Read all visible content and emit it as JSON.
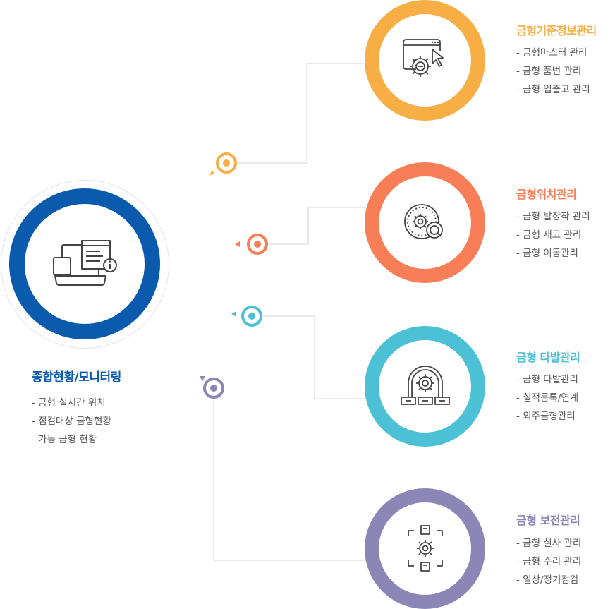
{
  "colors": {
    "main": "#0a5bad",
    "orange": "#f7ae45",
    "coral": "#f77e57",
    "teal": "#4cc0d5",
    "purple": "#8c86b6",
    "line": "#d3d3d3",
    "icon": "#444444"
  },
  "main": {
    "title": "종합현황/모니터링",
    "icon": "monitor-info-icon",
    "items": [
      "- 금형 실시간 위치",
      "- 점검대상 금형현황",
      "- 가동 금형 현황"
    ]
  },
  "modules": [
    {
      "title": "금형기준정보관리",
      "icon": "browser-gear-icon",
      "items": [
        "- 금형마스터 관리",
        "- 금형 품번 관리",
        "- 금형 입출고 관리"
      ]
    },
    {
      "title": "금형위치관리",
      "icon": "gear-search-icon",
      "items": [
        "- 금형 탈장착 관리",
        "- 금형 재고 관리",
        "- 금형 이동관리"
      ]
    },
    {
      "title": "금형 타발관리",
      "icon": "gear-press-icon",
      "items": [
        "- 금형 타발관리",
        "- 실적등록/연계",
        "- 외주금형관리"
      ]
    },
    {
      "title": "금형 보전관리",
      "icon": "gear-maintenance-icon",
      "items": [
        "- 금형 실사 관리",
        "- 금형 수리 관리",
        "- 일상/정기점검"
      ]
    }
  ]
}
